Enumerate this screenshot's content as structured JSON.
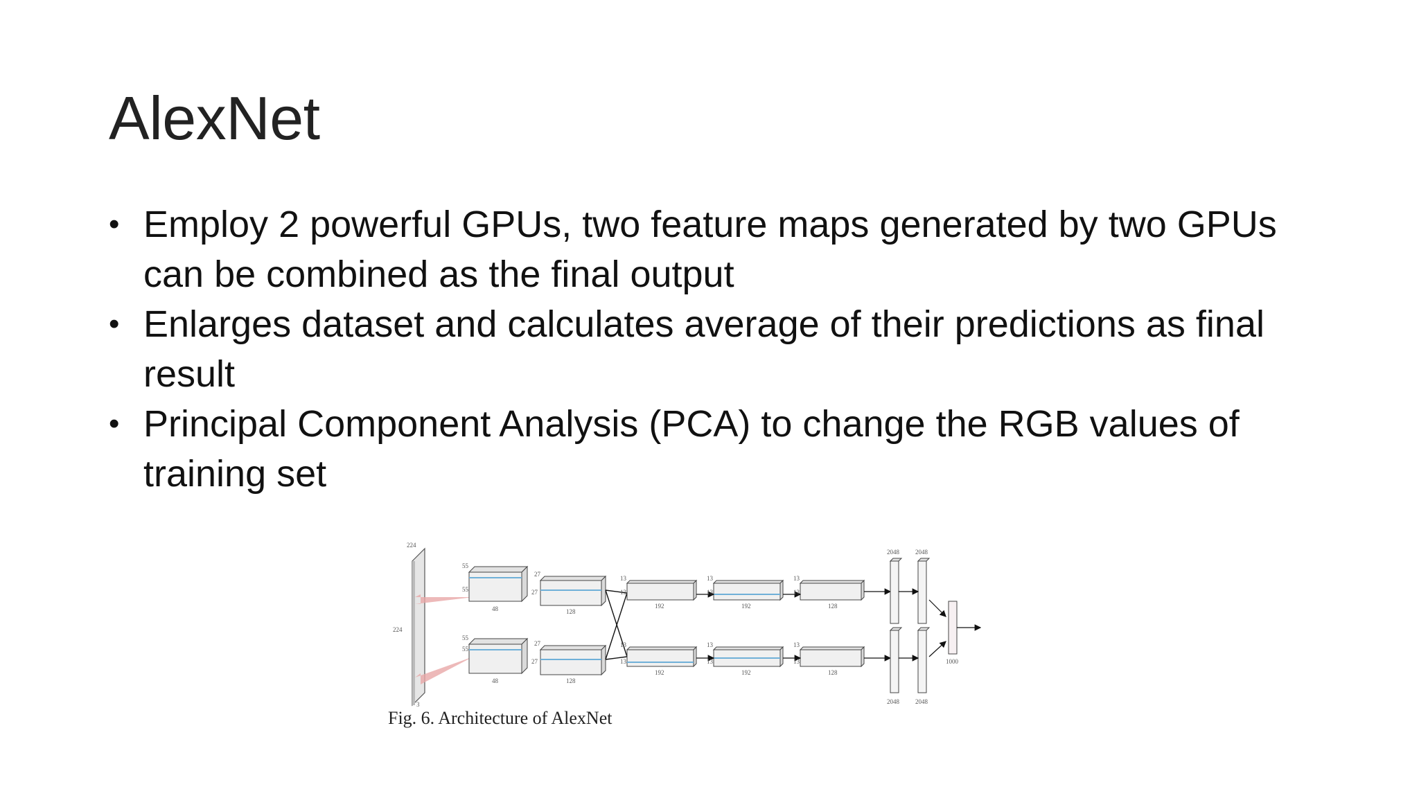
{
  "slide": {
    "title": "AlexNet",
    "bullets": [
      {
        "text": "Employ 2 powerful GPUs, two feature maps generated by two GPUs can be combined as the final output"
      },
      {
        "text": "Enlarges dataset and calculates average of their predictions as final result"
      },
      {
        "text": "Principal Component Analysis (PCA) to change the RGB values of training set"
      }
    ],
    "figure": {
      "caption": "Fig. 6.  Architecture of AlexNet",
      "labels": {
        "input_top": "224",
        "input_side": "224",
        "input_depth": "3",
        "c1_a": "55",
        "c1_b": "55",
        "c1_depth": "48",
        "c1_a2": "55",
        "c1_b2": "55",
        "c1_depth2": "48",
        "c2_a": "27",
        "c2_b": "27",
        "c2_depth": "128",
        "c2_a2": "27",
        "c2_b2": "27",
        "c2_depth2": "128",
        "c3_a": "13",
        "c3_b": "13",
        "c3_depth": "192",
        "c3_a2": "13",
        "c3_b2": "13",
        "c3_depth2": "192",
        "c4_a": "13",
        "c4_b": "13",
        "c4_depth": "192",
        "c4_a2": "13",
        "c4_b2": "13",
        "c4_depth2": "192",
        "c5_a": "13",
        "c5_b": "13",
        "c5_depth": "128",
        "c5_a2": "13",
        "c5_b2": "13",
        "c5_depth2": "128",
        "fc6_top": "2048",
        "fc7_top": "2048",
        "fc6_bottom": "2048",
        "fc7_bottom": "2048",
        "out": "1000"
      }
    }
  }
}
